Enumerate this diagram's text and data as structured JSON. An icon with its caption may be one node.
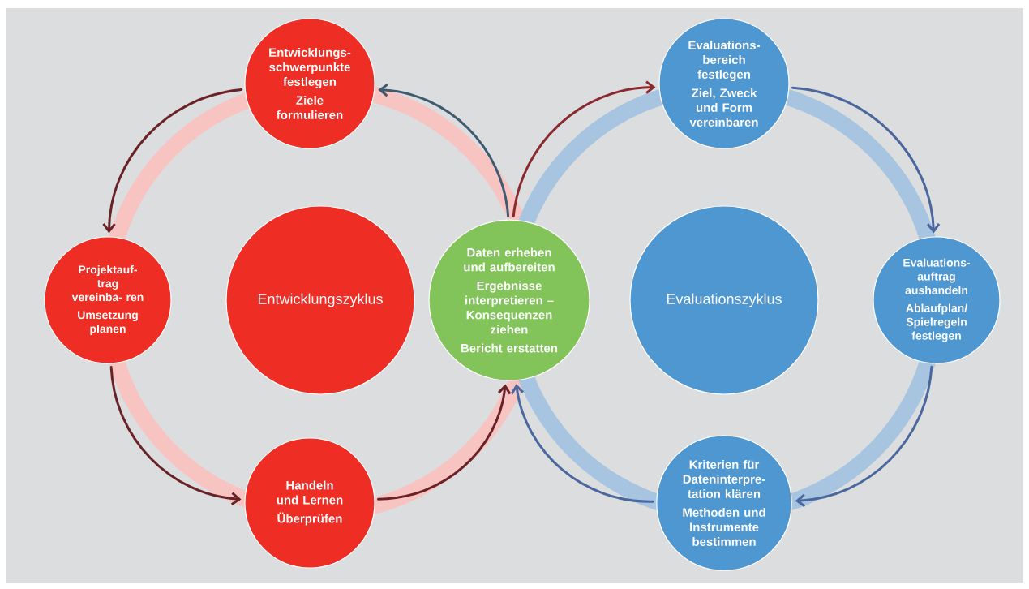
{
  "diagram": {
    "nodes": [
      {
        "text": [
          "Entwicklungs- schwerpunkte festlegen",
          "Ziele formulieren"
        ]
      },
      {
        "text": [
          "Projektauf- trag vereinba- ren",
          "Umsetzung planen"
        ]
      },
      {
        "text": [
          "Handeln und Lernen",
          "Überprüfen"
        ]
      },
      {
        "text": [
          "Entwicklungszyklus"
        ]
      },
      {
        "text": [
          "Daten erheben und aufbereiten",
          "Ergebnisse interpretieren – Konsequenzen ziehen",
          "Bericht erstatten"
        ]
      },
      {
        "text": [
          "Evaluations- bereich festlegen",
          "Ziel, Zweck und Form vereinbaren"
        ]
      },
      {
        "text": [
          "Evaluations- auftrag aushandeln",
          "Ablaufplan/ Spielregeln festlegen"
        ]
      },
      {
        "text": [
          "Kriterien für Dateninterpre- tation klären",
          "Methoden und Instrumente bestimmen"
        ]
      },
      {
        "text": [
          "Evaluationszyklus"
        ]
      }
    ],
    "edges": [
      {
        "from": 0,
        "to": 1,
        "arrow": "to",
        "color": "#6b2226"
      },
      {
        "from": 1,
        "to": 2,
        "arrow": "to",
        "color": "#6b2226"
      },
      {
        "from": 2,
        "to": 4,
        "arrow": "to",
        "color": "#6b2226"
      },
      {
        "from": 4,
        "to": 0,
        "arrow": "to",
        "color": "#3f5b70"
      },
      {
        "from": 4,
        "to": 5,
        "arrow": "to",
        "color": "#8a2a2e"
      },
      {
        "from": 5,
        "to": 6,
        "arrow": "to",
        "color": "#4a679e"
      },
      {
        "from": 6,
        "to": 7,
        "arrow": "to",
        "color": "#4a679e"
      },
      {
        "from": 7,
        "to": 4,
        "arrow": "to",
        "color": "#4a679e"
      }
    ]
  }
}
